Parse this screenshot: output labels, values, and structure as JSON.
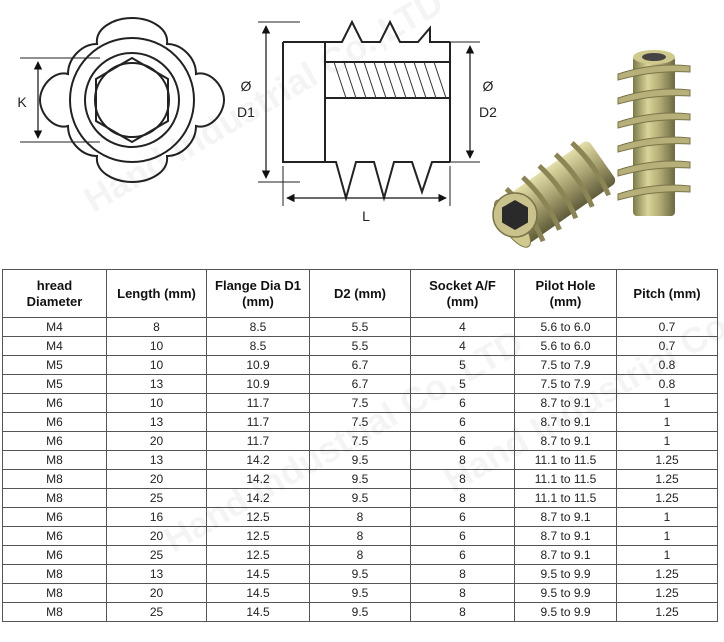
{
  "drawing": {
    "label_k": "K",
    "label_d1_symbol": "Ø",
    "label_d1": "D1",
    "label_d2_symbol": "Ø",
    "label_d2": "D2",
    "label_l": "L"
  },
  "watermark_text": "Hand Industrial Co.,LTD",
  "table": {
    "headers": [
      "hread\nDiameter",
      "Length (mm)",
      "Flange Dia D1\n(mm)",
      "D2 (mm)",
      "Socket A/F\n(mm)",
      "Pilot Hole\n(mm)",
      "Pitch (mm)"
    ],
    "rows": [
      [
        "M4",
        "8",
        "8.5",
        "5.5",
        "4",
        "5.6 to 6.0",
        "0.7"
      ],
      [
        "M4",
        "10",
        "8.5",
        "5.5",
        "4",
        "5.6 to 6.0",
        "0.7"
      ],
      [
        "M5",
        "10",
        "10.9",
        "6.7",
        "5",
        "7.5 to 7.9",
        "0.8"
      ],
      [
        "M5",
        "13",
        "10.9",
        "6.7",
        "5",
        "7.5 to 7.9",
        "0.8"
      ],
      [
        "M6",
        "10",
        "11.7",
        "7.5",
        "6",
        "8.7 to 9.1",
        "1"
      ],
      [
        "M6",
        "13",
        "11.7",
        "7.5",
        "6",
        "8.7 to 9.1",
        "1"
      ],
      [
        "M6",
        "20",
        "11.7",
        "7.5",
        "6",
        "8.7 to 9.1",
        "1"
      ],
      [
        "M8",
        "13",
        "14.2",
        "9.5",
        "8",
        "11.1 to 11.5",
        "1.25"
      ],
      [
        "M8",
        "20",
        "14.2",
        "9.5",
        "8",
        "11.1 to 11.5",
        "1.25"
      ],
      [
        "M8",
        "25",
        "14.2",
        "9.5",
        "8",
        "11.1 to 11.5",
        "1.25"
      ],
      [
        "M6",
        "16",
        "12.5",
        "8",
        "6",
        "8.7 to 9.1",
        "1"
      ],
      [
        "M6",
        "20",
        "12.5",
        "8",
        "6",
        "8.7 to 9.1",
        "1"
      ],
      [
        "M6",
        "25",
        "12.5",
        "8",
        "6",
        "8.7 to 9.1",
        "1"
      ],
      [
        "M8",
        "13",
        "14.5",
        "9.5",
        "8",
        "9.5 to 9.9",
        "1.25"
      ],
      [
        "M8",
        "20",
        "14.5",
        "9.5",
        "8",
        "9.5 to 9.9",
        "1.25"
      ],
      [
        "M8",
        "25",
        "14.5",
        "9.5",
        "8",
        "9.5 to 9.9",
        "1.25"
      ]
    ]
  }
}
